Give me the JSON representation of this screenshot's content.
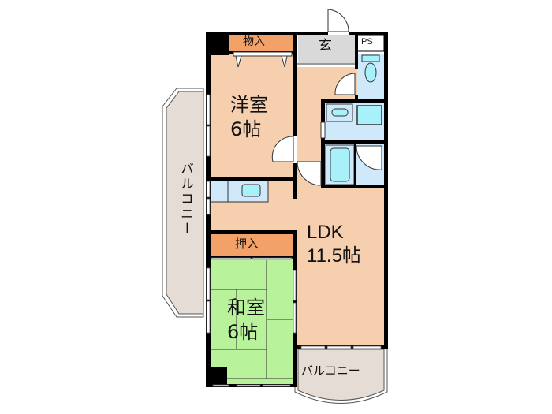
{
  "floorplan": {
    "rooms": {
      "western_room": {
        "name": "洋室",
        "size": "6帖",
        "color": "#f6cfae"
      },
      "japanese_room": {
        "name": "和室",
        "size": "6帖",
        "color": "#b8f29a"
      },
      "ldk": {
        "name": "LDK",
        "size": "11.5帖",
        "color": "#f6cfae"
      },
      "closet_top": {
        "name": "物入",
        "color": "#f2a268"
      },
      "closet_oshiire": {
        "name": "押入",
        "color": "#f2a268"
      },
      "entrance": {
        "name": "玄",
        "color": "#d9d9d9"
      },
      "pipe_space": {
        "name": "PS",
        "color": "#ffffff"
      },
      "balcony_left": {
        "name": "バルコニー",
        "color": "#e5dcd6"
      },
      "balcony_right": {
        "name": "バルコニー",
        "color": "#e5dcd6"
      },
      "wet_area_color": "#cfe9fb",
      "fixture_color": "#a8f0fa"
    },
    "wall_color": "#000000"
  }
}
